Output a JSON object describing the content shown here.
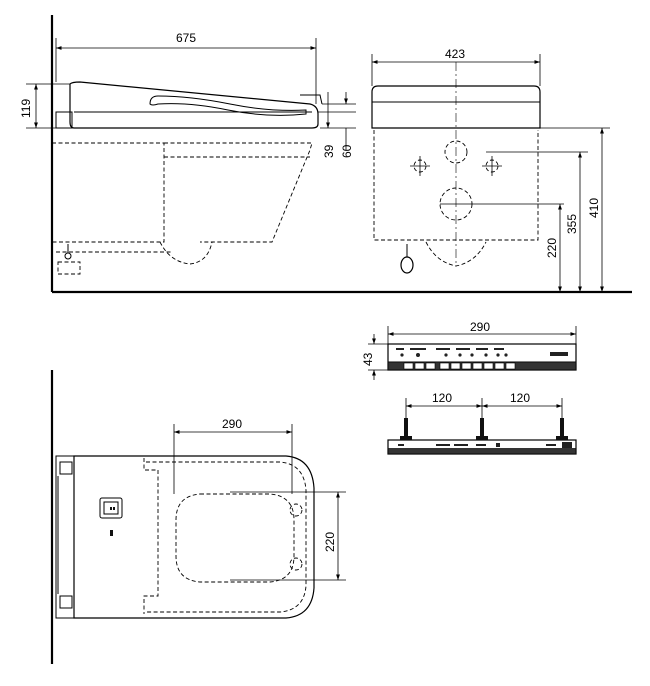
{
  "dimensions": {
    "side_length": "675",
    "side_seat_height": "119",
    "side_lid_thickness": "39",
    "side_seat_offset": "60",
    "front_width": "423",
    "front_height_410": "410",
    "front_height_355": "355",
    "front_height_220": "220",
    "panel_width": "290",
    "panel_height": "43",
    "bracket_spacing_left": "120",
    "bracket_spacing_right": "120",
    "top_width": "290",
    "top_depth": "220"
  },
  "icons": {
    "arrow": "arrow-head",
    "center_mark": "crosshair"
  }
}
